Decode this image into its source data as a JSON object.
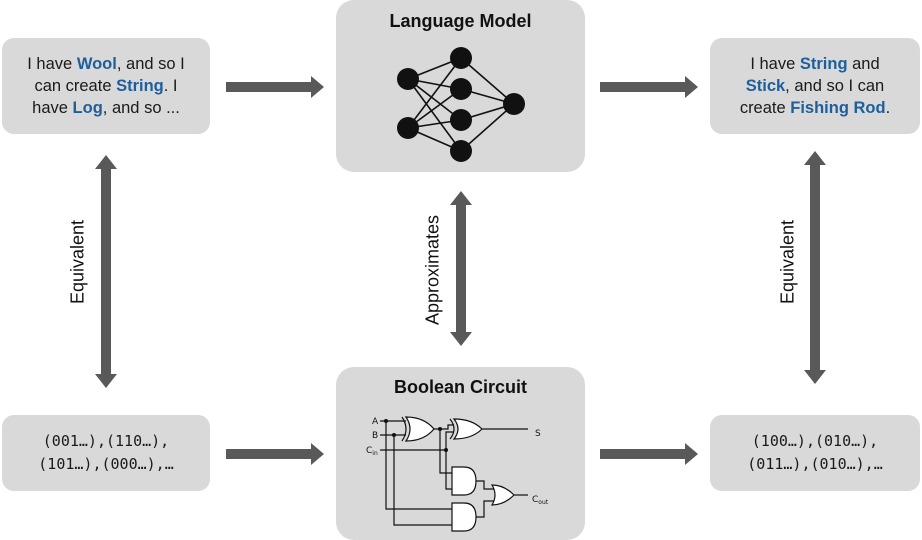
{
  "top_left": {
    "line1_pre": "I have ",
    "line1_hl": "Wool",
    "line1_post": ", and so I",
    "line2_pre": "can create ",
    "line2_hl": "String",
    "line2_post": ". I",
    "line3_pre": "have ",
    "line3_hl": "Log",
    "line3_post": ", and so ..."
  },
  "top_right": {
    "line1_pre": "I have ",
    "line1_hl": "String",
    "line1_post": " and",
    "line2_hl": "Stick",
    "line2_post": ", and so I can",
    "line3_pre": "create ",
    "line3_hl": "Fishing Rod",
    "line3_post": "."
  },
  "language_model": {
    "title": "Language Model"
  },
  "boolean_circuit": {
    "title": "Boolean Circuit",
    "labels": {
      "a": "A",
      "b": "B",
      "cin_base": "C",
      "cin_sub": "in",
      "s": "S",
      "cout_base": "C",
      "cout_sub": "out"
    }
  },
  "bottom_left": {
    "line1": "(001…),(110…),",
    "line2": "(101…),(000…),…"
  },
  "bottom_right": {
    "line1": "(100…),(010…),",
    "line2": "(011…),(010…),…"
  },
  "arrows": {
    "left_label": "Equivalent",
    "middle_label": "Approximates",
    "right_label": "Equivalent"
  },
  "colors": {
    "box": "#d9d9d9",
    "arrow": "#595959",
    "highlight": "#1f5e9c",
    "node": "#111111"
  }
}
